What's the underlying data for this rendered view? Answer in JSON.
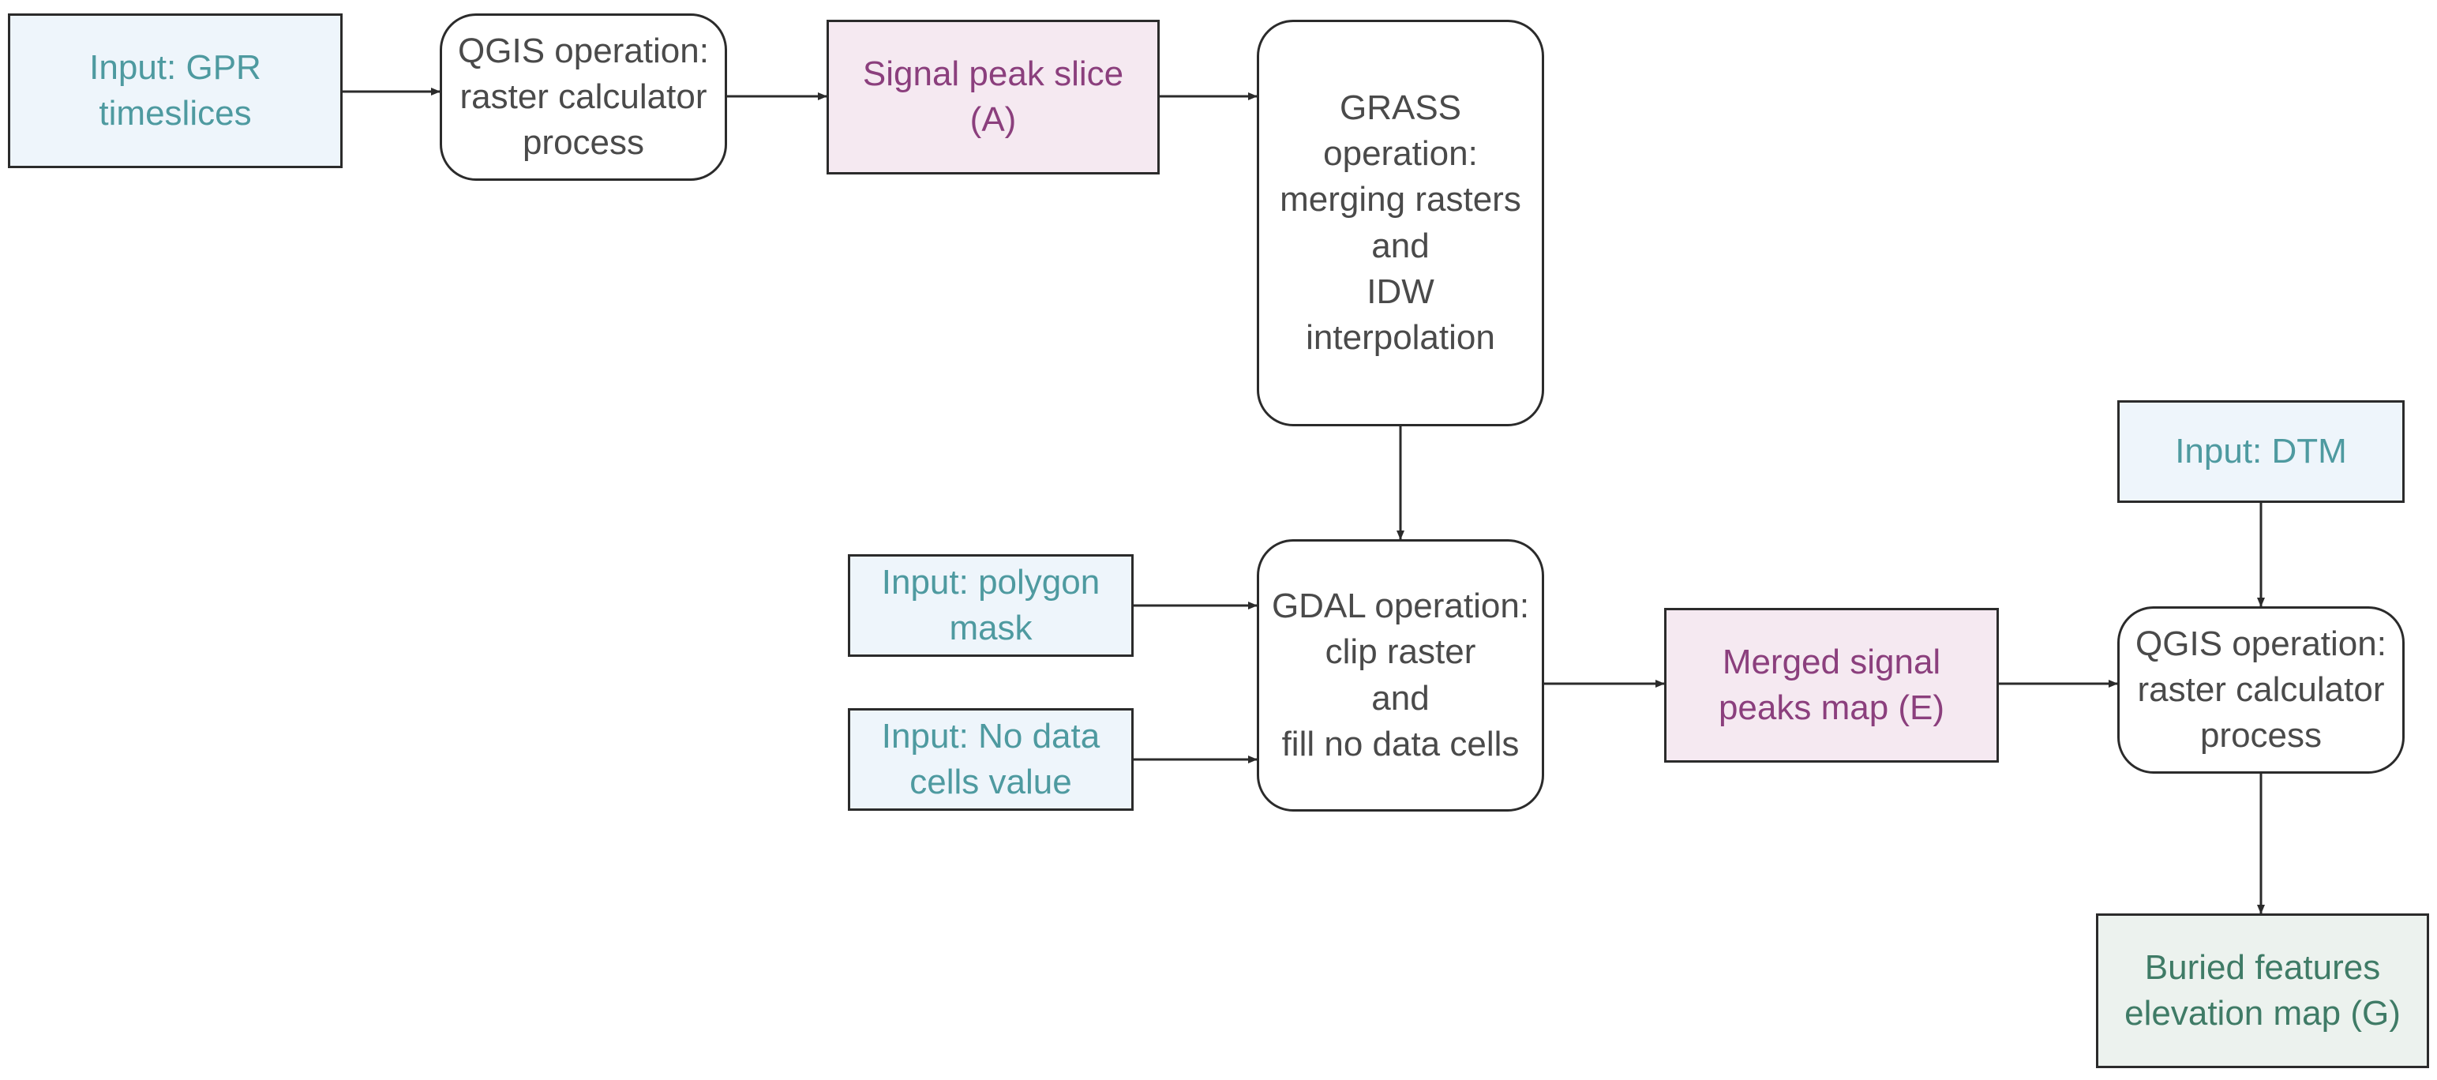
{
  "diagram": {
    "type": "flowchart",
    "colors": {
      "input_fill": "#eef5fb",
      "input_text": "#4e9aa0",
      "data_fill": "#f5e9f1",
      "data_text": "#8b3f7d",
      "output_fill": "#ecf2ee",
      "output_text": "#3f7b66",
      "process_fill": "#ffffff",
      "process_text": "#4a4a4a",
      "stroke": "#2b2b2b"
    },
    "nodes": {
      "input_gpr": {
        "kind": "input",
        "lines": [
          "Input: GPR",
          "timeslices"
        ]
      },
      "qgis_1": {
        "kind": "process",
        "lines": [
          "QGIS operation:",
          "raster calculator",
          "process"
        ]
      },
      "signal_peak": {
        "kind": "data",
        "lines": [
          "Signal peak slice",
          "(A)"
        ]
      },
      "grass": {
        "kind": "process",
        "lines": [
          "GRASS",
          "operation:",
          "merging rasters",
          "and",
          "IDW",
          "interpolation"
        ]
      },
      "input_polygon": {
        "kind": "input",
        "lines": [
          "Input: polygon",
          "mask"
        ]
      },
      "input_nodata": {
        "kind": "input",
        "lines": [
          "Input: No data",
          "cells value"
        ]
      },
      "gdal": {
        "kind": "process",
        "lines": [
          "GDAL operation:",
          "clip raster",
          "and",
          "fill no data cells"
        ]
      },
      "merged": {
        "kind": "data",
        "lines": [
          "Merged signal",
          "peaks map (E)"
        ]
      },
      "input_dtm": {
        "kind": "input",
        "lines": [
          "Input: DTM"
        ]
      },
      "qgis_2": {
        "kind": "process",
        "lines": [
          "QGIS operation:",
          "raster calculator",
          "process"
        ]
      },
      "buried": {
        "kind": "output",
        "lines": [
          "Buried features",
          "elevation map (G)"
        ]
      }
    },
    "edges": [
      {
        "from": "input_gpr",
        "to": "qgis_1"
      },
      {
        "from": "qgis_1",
        "to": "signal_peak"
      },
      {
        "from": "signal_peak",
        "to": "grass"
      },
      {
        "from": "grass",
        "to": "gdal"
      },
      {
        "from": "input_polygon",
        "to": "gdal"
      },
      {
        "from": "input_nodata",
        "to": "gdal"
      },
      {
        "from": "gdal",
        "to": "merged"
      },
      {
        "from": "merged",
        "to": "qgis_2"
      },
      {
        "from": "input_dtm",
        "to": "qgis_2"
      },
      {
        "from": "qgis_2",
        "to": "buried"
      }
    ]
  }
}
